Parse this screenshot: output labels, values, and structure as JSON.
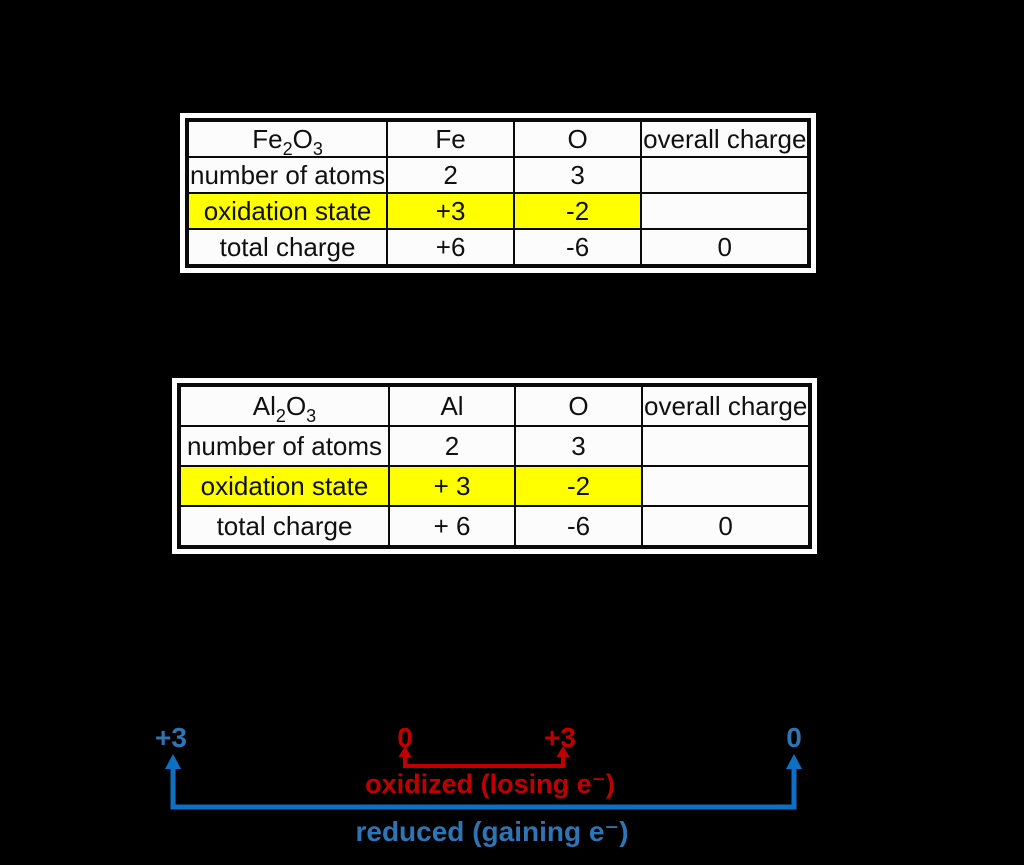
{
  "colors": {
    "background": "#000000",
    "table_bg": "#FCFCFC",
    "table_frame": "#FFFFFF",
    "border": "#0A0A0A",
    "highlight": "#FFFF00",
    "red": "#C00000",
    "blue_text": "#2E75B6",
    "blue_line": "#0C70C4"
  },
  "table1": {
    "formula": {
      "b1": "Fe",
      "s1": "2",
      "b2": "O",
      "s2": "3"
    },
    "headers": {
      "element1": "Fe",
      "element2": "O",
      "overall": "overall charge"
    },
    "rows": {
      "atoms": {
        "label": "number of atoms",
        "v1": "2",
        "v2": "3",
        "v3": ""
      },
      "oxidation": {
        "label": "oxidation state",
        "v1": "+3",
        "v2": "-2",
        "v3": ""
      },
      "total": {
        "label": "total charge",
        "v1": "+6",
        "v2": "-6",
        "v3": "0"
      }
    }
  },
  "table2": {
    "formula": {
      "b1": "Al",
      "s1": "2",
      "b2": "O",
      "s2": "3"
    },
    "headers": {
      "element1": "Al",
      "element2": "O",
      "overall": "overall charge"
    },
    "rows": {
      "atoms": {
        "label": "number of atoms",
        "v1": "2",
        "v2": "3",
        "v3": ""
      },
      "oxidation": {
        "label": "oxidation state",
        "v1": "+ 3",
        "v2": "-2",
        "v3": ""
      },
      "total": {
        "label": "total charge",
        "v1": "+ 6",
        "v2": "-6",
        "v3": "0"
      }
    }
  },
  "diagram": {
    "fe_reactant_state": "+3",
    "al_reactant_state": "0",
    "al_product_state": "+3",
    "fe_product_state": "0",
    "oxidized_label": "oxidized (losing e⁻)",
    "reduced_label": "reduced (gaining e⁻)"
  }
}
